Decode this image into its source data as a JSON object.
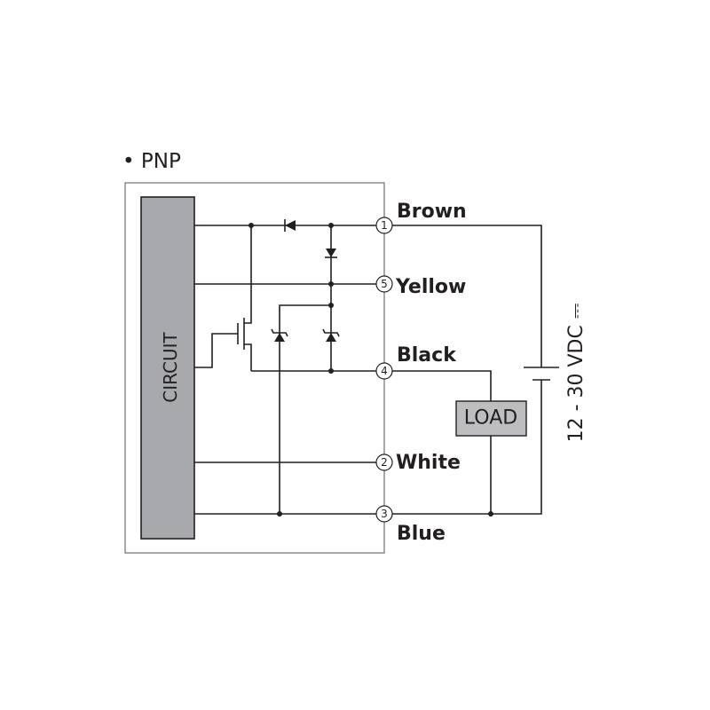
{
  "title": "• PNP",
  "circuit_label": "CIRCUIT",
  "load_label": "LOAD",
  "supply_label": "12 - 30 VDC",
  "supply_symbol": "⎓",
  "wires": [
    {
      "pin": "1",
      "color_name": "Brown"
    },
    {
      "pin": "5",
      "color_name": "Yellow"
    },
    {
      "pin": "4",
      "color_name": "Black"
    },
    {
      "pin": "2",
      "color_name": "White"
    },
    {
      "pin": "3",
      "color_name": "Blue"
    }
  ],
  "colors": {
    "circuit_block": "#a7a9ac",
    "load_block": "#bcbec0",
    "line": "#231f20"
  }
}
